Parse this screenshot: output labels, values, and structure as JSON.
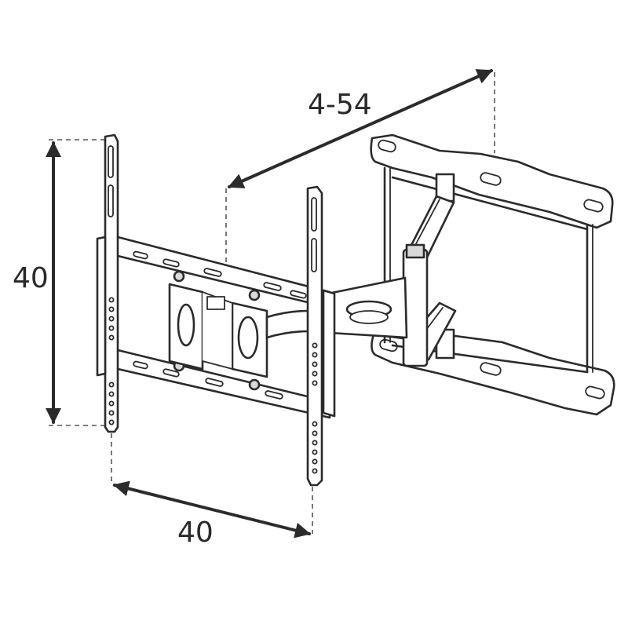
{
  "dimensions": {
    "depth_label": "4-54",
    "height_label": "40",
    "width_label": "40"
  },
  "colors": {
    "line": "#2b2b2b",
    "background": "#ffffff"
  }
}
